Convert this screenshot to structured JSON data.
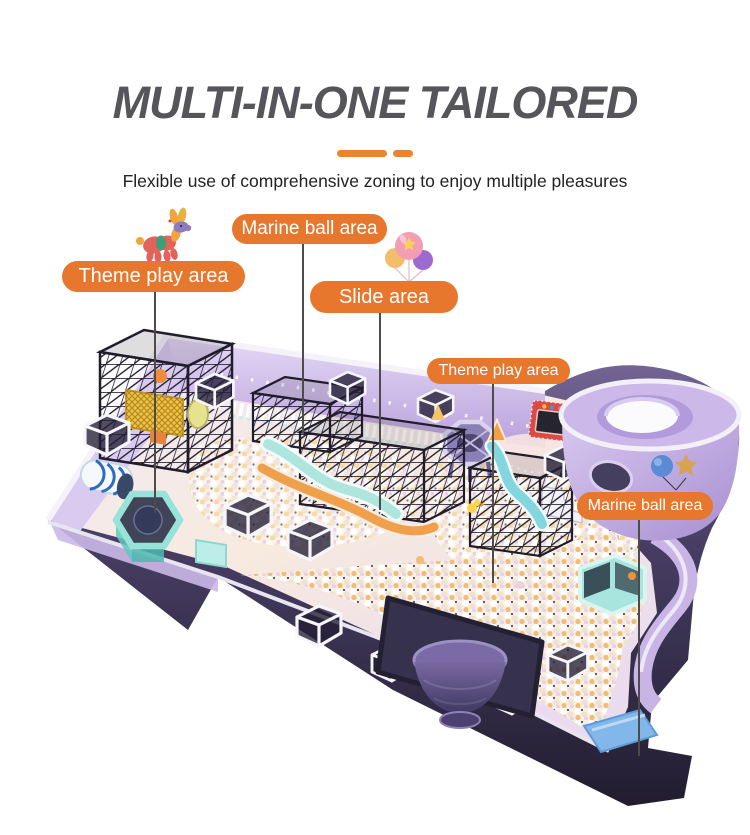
{
  "header": {
    "title": "MULTI-IN-ONE TAILORED",
    "subtitle": "Flexible use of comprehensive zoning to enjoy multiple pleasures"
  },
  "area_labels": [
    {
      "text": "Theme play area"
    },
    {
      "text": "Marine ball area"
    },
    {
      "text": "Slide area"
    },
    {
      "text": "Theme play area"
    },
    {
      "text": "Marine ball area"
    }
  ],
  "decorations": [
    "balloon-dog-icon",
    "balloon-cluster-icon",
    "ball-and-star-icon"
  ],
  "colors": {
    "accent_orange": "#e6772c",
    "divider_orange": "#e8862f",
    "title_gray": "#56555a",
    "subtitle_dark": "#222222",
    "connector_gray": "#4f4b48",
    "wall_lavender": "#c9b5e6",
    "wall_dark": "#332e47",
    "ballpit_cream": "#f9f3ea",
    "mint": "#aee6de",
    "label_text": "#ffffff"
  },
  "illustration": {
    "alt": "Isometric indoor playground floor plan with purple walls, ball pits, slides, climbing frames and a round tower"
  }
}
